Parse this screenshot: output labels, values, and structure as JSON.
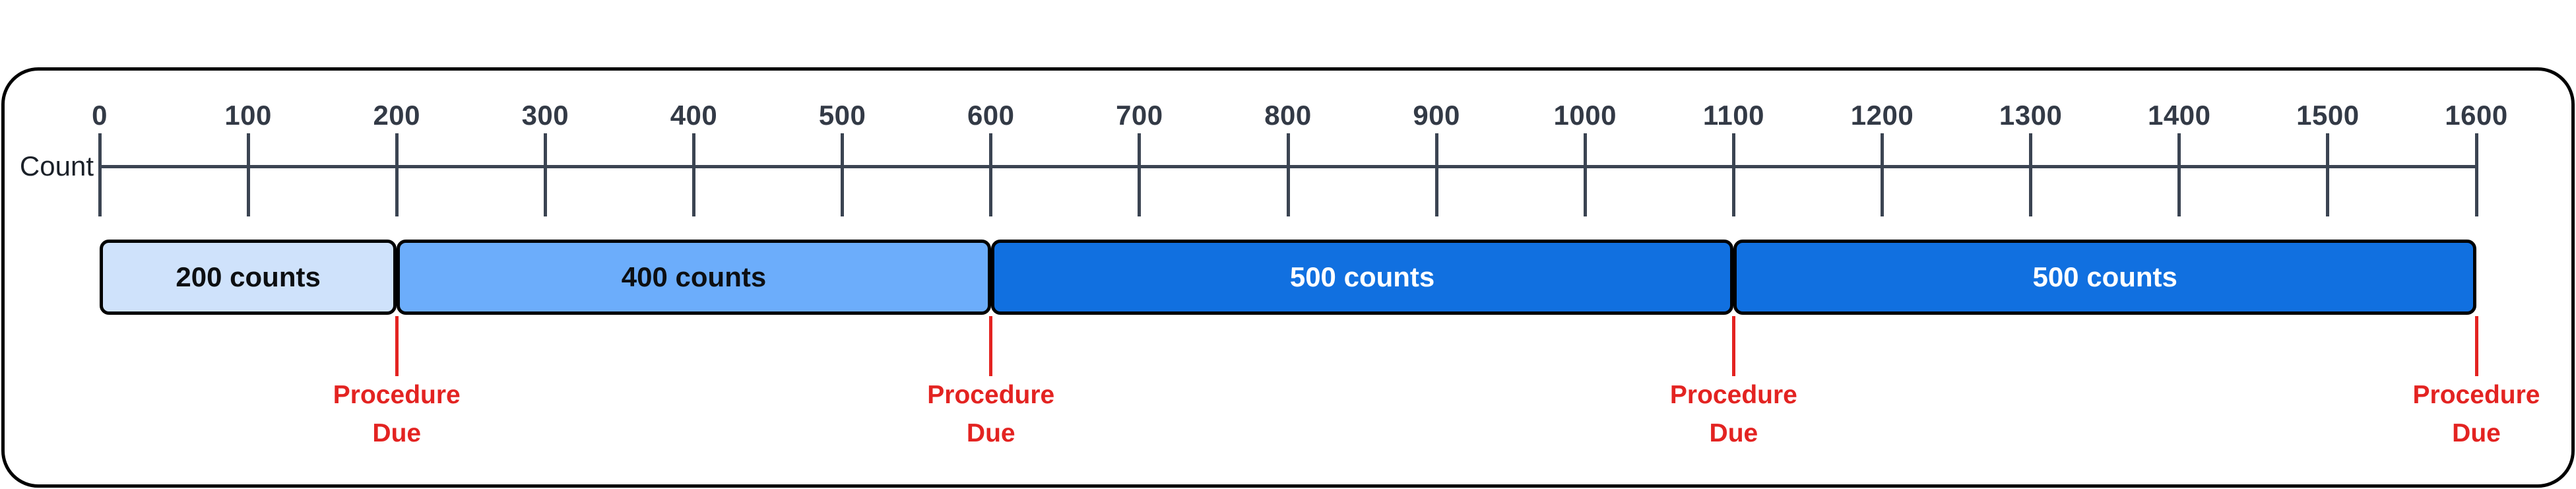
{
  "axis": {
    "label": "Count",
    "min": 0,
    "max": 1600,
    "tick_step": 100,
    "ticks": [
      0,
      100,
      200,
      300,
      400,
      500,
      600,
      700,
      800,
      900,
      1000,
      1100,
      1200,
      1300,
      1400,
      1500,
      1600
    ]
  },
  "segments": [
    {
      "label": "200 counts",
      "start": 0,
      "end": 200,
      "fill": "#cfe2fb",
      "text_color": "#0d0f12"
    },
    {
      "label": "400 counts",
      "start": 200,
      "end": 600,
      "fill": "#6cadfb",
      "text_color": "#0d0f12"
    },
    {
      "label": "500 counts",
      "start": 600,
      "end": 1100,
      "fill": "#1170e0",
      "text_color": "#ffffff"
    },
    {
      "label": "500 counts",
      "start": 1100,
      "end": 1600,
      "fill": "#1170e0",
      "text_color": "#ffffff"
    }
  ],
  "markers": [
    {
      "at": 200,
      "line1": "Procedure",
      "line2": "Due"
    },
    {
      "at": 600,
      "line1": "Procedure",
      "line2": "Due"
    },
    {
      "at": 1100,
      "line1": "Procedure",
      "line2": "Due"
    },
    {
      "at": 1600,
      "line1": "Procedure",
      "line2": "Due"
    }
  ],
  "colors": {
    "axis_line": "#3b4452",
    "tick_label": "#333a46",
    "count_label": "#1b2129",
    "marker_red": "#e32321",
    "card_border": "#000000",
    "card_bg": "#ffffff"
  }
}
